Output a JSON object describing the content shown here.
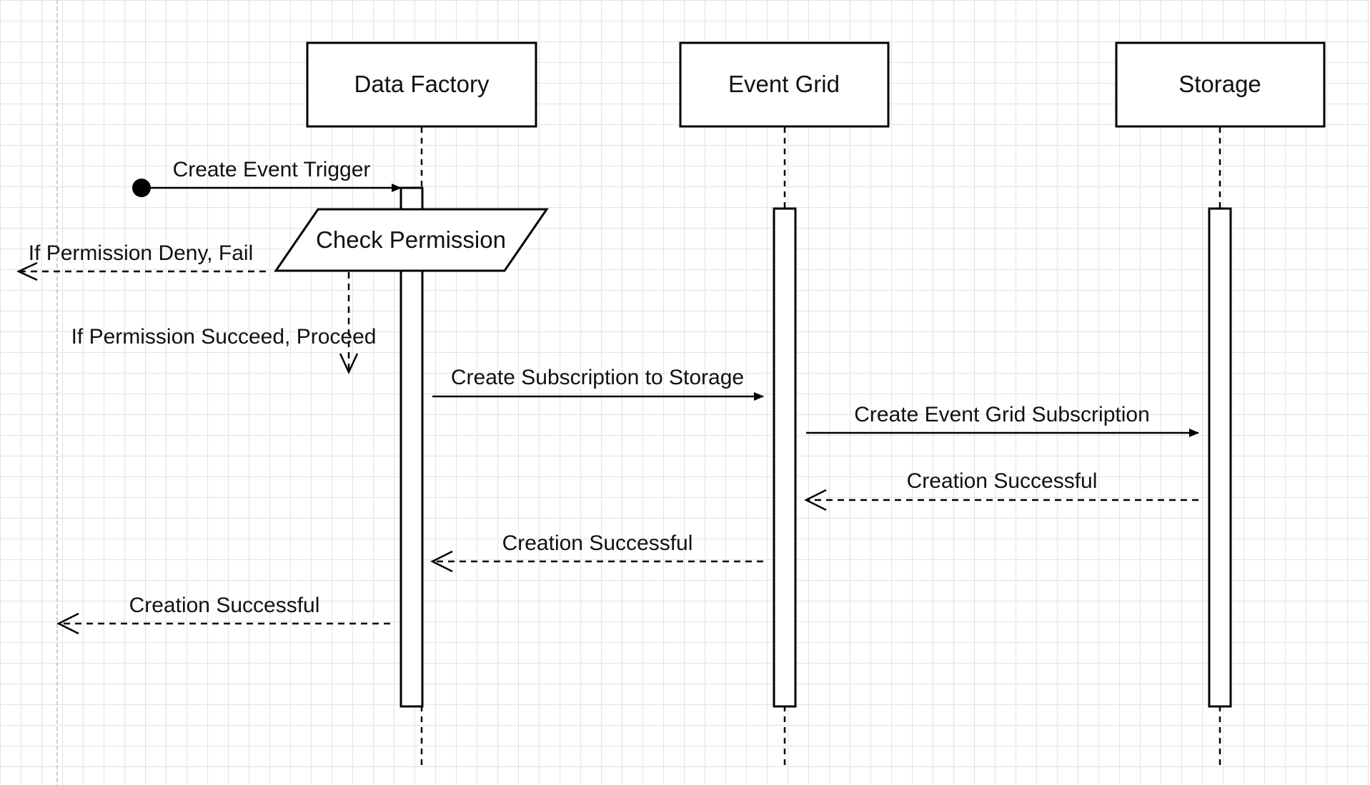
{
  "participants": [
    {
      "id": "df",
      "label": "Data Factory"
    },
    {
      "id": "eg",
      "label": "Event Grid"
    },
    {
      "id": "st",
      "label": "Storage"
    }
  ],
  "check_box": {
    "label": "Check Permission"
  },
  "messages": {
    "create_trigger": "Create Event Trigger",
    "deny_fail": "If Permission Deny, Fail",
    "succeed_proceed": "If Permission Succeed, Proceed",
    "create_subscription": "Create Subscription to Storage",
    "create_eg_subscription": "Create Event Grid Subscription",
    "success_storage": "Creation Successful",
    "success_eventgrid": "Creation Successful",
    "success_datafactory": "Creation Successful"
  },
  "colors": {
    "line": "#000000",
    "grid": "#e3e3e3",
    "background": "#ffffff"
  }
}
